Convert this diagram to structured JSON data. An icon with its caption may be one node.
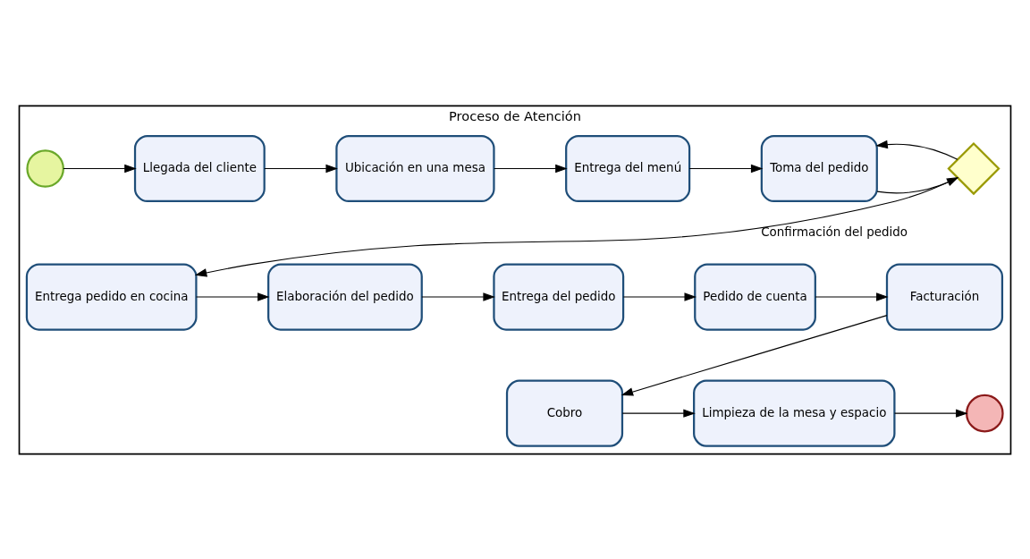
{
  "diagram": {
    "nodes": [
      {
        "text": [
          "Proceso de Atención"
        ]
      },
      {
        "text": [],
        "shape": "circle",
        "in": 0
      },
      {
        "text": [
          "Llegada del cliente"
        ],
        "in": 0
      },
      {
        "text": [
          "Ubicación en una mesa"
        ],
        "in": 0
      },
      {
        "text": [
          "Entrega del menú"
        ],
        "in": 0
      },
      {
        "text": [
          "Toma del pedido"
        ],
        "in": 0
      },
      {
        "text": [],
        "shape": "diamond",
        "in": 0
      },
      {
        "text": [
          "Entrega pedido en cocina"
        ],
        "in": 0
      },
      {
        "text": [
          "Elaboración del pedido"
        ],
        "in": 0
      },
      {
        "text": [
          "Entrega del pedido"
        ],
        "in": 0
      },
      {
        "text": [
          "Pedido de cuenta"
        ],
        "in": 0
      },
      {
        "text": [
          "Facturación"
        ],
        "in": 0
      },
      {
        "text": [
          "Cobro"
        ],
        "in": 0
      },
      {
        "text": [
          "Limpieza de la mesa y espacio"
        ],
        "in": 0
      },
      {
        "text": [],
        "shape": "circle",
        "in": 0
      }
    ],
    "edges": [
      {
        "from": 1,
        "to": 2,
        "arrow": "to"
      },
      {
        "from": 2,
        "to": 3,
        "arrow": "to"
      },
      {
        "from": 3,
        "to": 4,
        "arrow": "to"
      },
      {
        "from": 4,
        "to": 5,
        "arrow": "to"
      },
      {
        "from": 5,
        "to": 6,
        "arrow": "to"
      },
      {
        "from": 6,
        "to": 5,
        "arrow": "to"
      },
      {
        "from": 6,
        "to": 7,
        "arrow": "to",
        "label": "Confirmación del pedido"
      },
      {
        "from": 7,
        "to": 8,
        "arrow": "to"
      },
      {
        "from": 8,
        "to": 9,
        "arrow": "to"
      },
      {
        "from": 9,
        "to": 10,
        "arrow": "to"
      },
      {
        "from": 10,
        "to": 11,
        "arrow": "to"
      },
      {
        "from": 11,
        "to": 12,
        "arrow": "to"
      },
      {
        "from": 12,
        "to": 13,
        "arrow": "to"
      },
      {
        "from": 13,
        "to": 14,
        "arrow": "to"
      }
    ]
  }
}
